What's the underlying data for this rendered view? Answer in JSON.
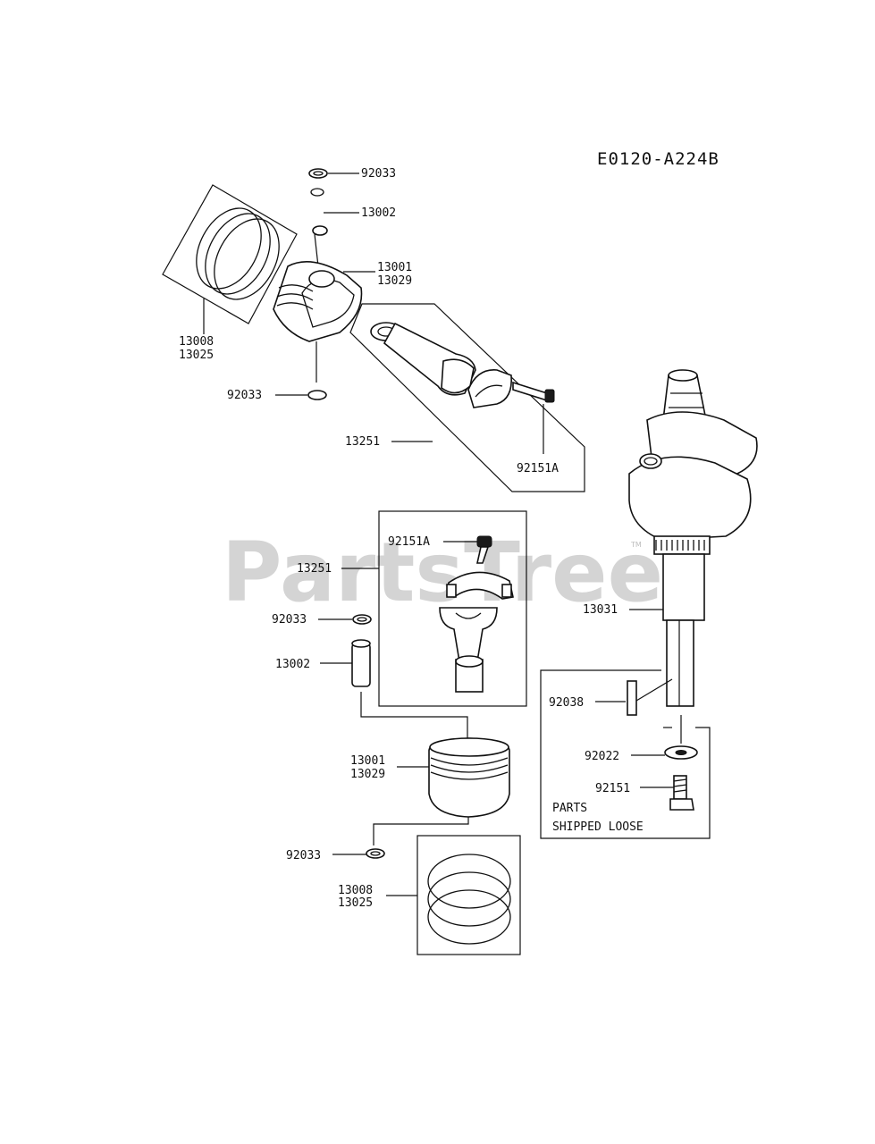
{
  "diagram_code": "E0120-A224B",
  "watermark": "PartsTree",
  "watermark_tm": "TM",
  "labels": {
    "ring_top": "92033",
    "pin_top": "13002",
    "piston_top_a": "13001",
    "piston_top_b": "13029",
    "rings_top_a": "13008",
    "rings_top_b": "13025",
    "ring_top_lower": "92033",
    "rod_top": "13251",
    "bolt_top": "92151A",
    "bolt_mid": "92151A",
    "rod_mid": "13251",
    "ring_mid": "92033",
    "pin_mid": "13002",
    "crankshaft": "13031",
    "piston_mid_a": "13001",
    "piston_mid_b": "13029",
    "key": "92038",
    "washer": "92022",
    "bolt_loose": "92151",
    "ring_bottom": "92033",
    "rings_bottom_a": "13008",
    "rings_bottom_b": "13025"
  },
  "parts_note": {
    "line1": "PARTS",
    "line2": "SHIPPED LOOSE"
  }
}
